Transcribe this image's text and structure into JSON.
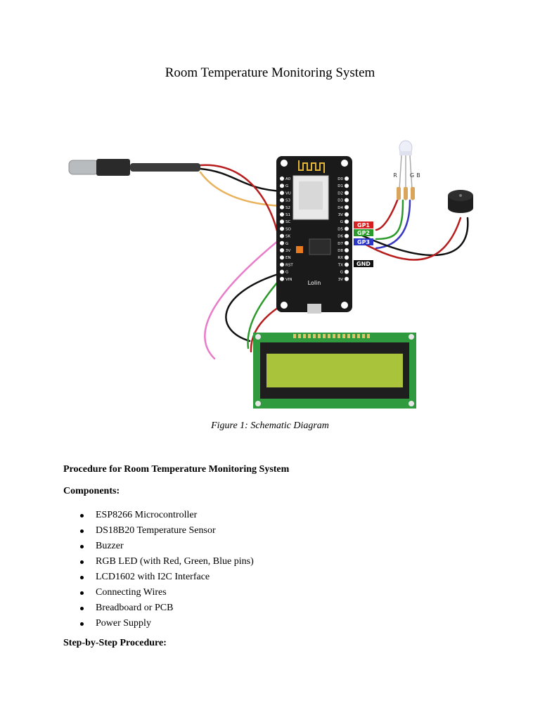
{
  "document": {
    "title": "Room Temperature Monitoring System",
    "figure_caption": "Figure 1: Schematic Diagram",
    "procedure_heading": "Procedure for Room Temperature Monitoring System",
    "components_heading": "Components:",
    "components": [
      "ESP8266 Microcontroller",
      "DS18B20 Temperature Sensor",
      "Buzzer",
      "RGB LED (with Red, Green, Blue pins)",
      "LCD1602 with I2C Interface",
      "Connecting Wires",
      "Breadboard or PCB",
      "Power Supply"
    ],
    "steps_heading": "Step-by-Step Procedure:"
  },
  "diagram": {
    "board_label": "Lolin",
    "left_pins": [
      "A0",
      "G",
      "VU",
      "S3",
      "S2",
      "S1",
      "SC",
      "SO",
      "SK",
      "G",
      "3V",
      "EN",
      "RST",
      "G",
      "VIN"
    ],
    "right_pins": [
      "D0",
      "D1",
      "D2",
      "D3",
      "D4",
      "3V",
      "G",
      "D5",
      "D6",
      "D7",
      "D8",
      "RX",
      "TX",
      "G",
      "3V"
    ],
    "pin_tags": [
      {
        "text": "GP1",
        "color": "#d42020"
      },
      {
        "text": "GP2",
        "color": "#2a9a2a"
      },
      {
        "text": "GP3",
        "color": "#2b36c8"
      },
      {
        "text": "GND",
        "color": "#111111"
      }
    ],
    "led_labels": [
      "R",
      "G",
      "B"
    ]
  }
}
